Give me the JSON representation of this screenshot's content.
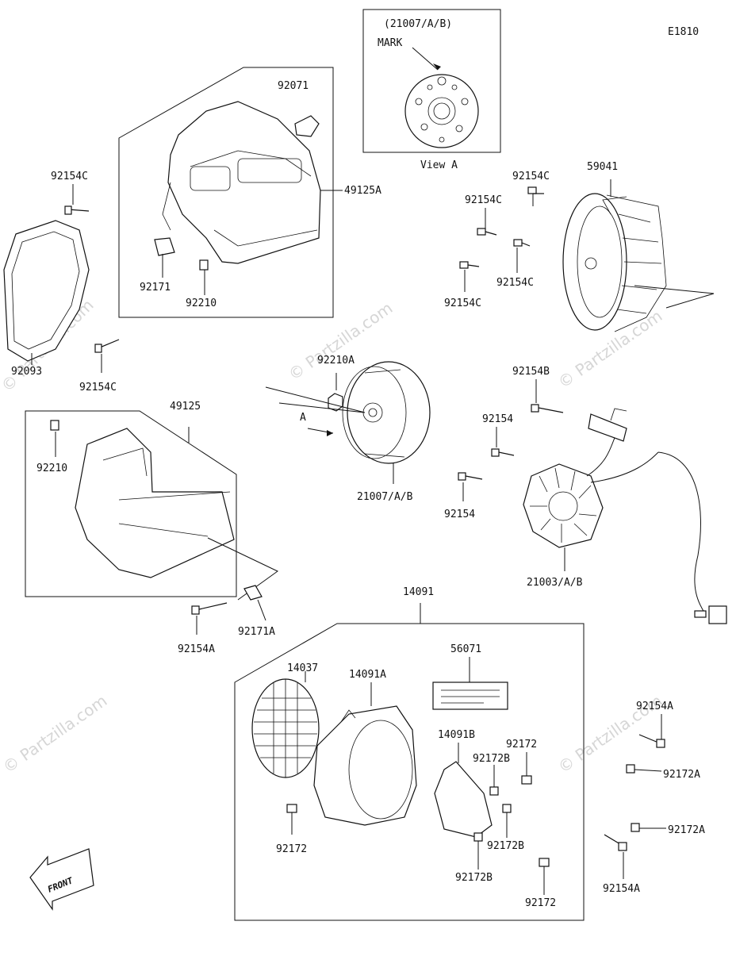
{
  "diagram_code": "E1810",
  "view": {
    "top_label": "(21007/A/B)",
    "mark_label": "MARK",
    "caption": "View A"
  },
  "arrow_label": "A",
  "front_label": "FRONT",
  "watermark": "© Partzilla.com",
  "parts": [
    {
      "id": "92071",
      "label": "92071"
    },
    {
      "id": "49125A",
      "label": "49125A"
    },
    {
      "id": "92171",
      "label": "92171"
    },
    {
      "id": "92210-top",
      "label": "92210"
    },
    {
      "id": "92154C-left-top",
      "label": "92154C"
    },
    {
      "id": "92093",
      "label": "92093"
    },
    {
      "id": "92154C-left-bottom",
      "label": "92154C"
    },
    {
      "id": "92154C-right-1",
      "label": "92154C"
    },
    {
      "id": "92154C-right-2",
      "label": "92154C"
    },
    {
      "id": "92154C-right-3",
      "label": "92154C"
    },
    {
      "id": "92154C-right-4",
      "label": "92154C"
    },
    {
      "id": "59041",
      "label": "59041"
    },
    {
      "id": "92210A",
      "label": "92210A"
    },
    {
      "id": "21007AB",
      "label": "21007/A/B"
    },
    {
      "id": "49125",
      "label": "49125"
    },
    {
      "id": "92210-left",
      "label": "92210"
    },
    {
      "id": "92154B",
      "label": "92154B"
    },
    {
      "id": "92154-1",
      "label": "92154"
    },
    {
      "id": "92154-2",
      "label": "92154"
    },
    {
      "id": "21003AB",
      "label": "21003/A/B"
    },
    {
      "id": "92154A-mid",
      "label": "92154A"
    },
    {
      "id": "92171A",
      "label": "92171A"
    },
    {
      "id": "14091",
      "label": "14091"
    },
    {
      "id": "14037",
      "label": "14037"
    },
    {
      "id": "14091A",
      "label": "14091A"
    },
    {
      "id": "56071",
      "label": "56071"
    },
    {
      "id": "14091B",
      "label": "14091B"
    },
    {
      "id": "92172-a",
      "label": "92172"
    },
    {
      "id": "92172B-a",
      "label": "92172B"
    },
    {
      "id": "92172B-b",
      "label": "92172B"
    },
    {
      "id": "92172B-c",
      "label": "92172B"
    },
    {
      "id": "92172-b",
      "label": "92172"
    },
    {
      "id": "92172-c",
      "label": "92172"
    },
    {
      "id": "92154A-right-top",
      "label": "92154A"
    },
    {
      "id": "92172A-1",
      "label": "92172A"
    },
    {
      "id": "92172A-2",
      "label": "92172A"
    },
    {
      "id": "92154A-right-bottom",
      "label": "92154A"
    }
  ]
}
